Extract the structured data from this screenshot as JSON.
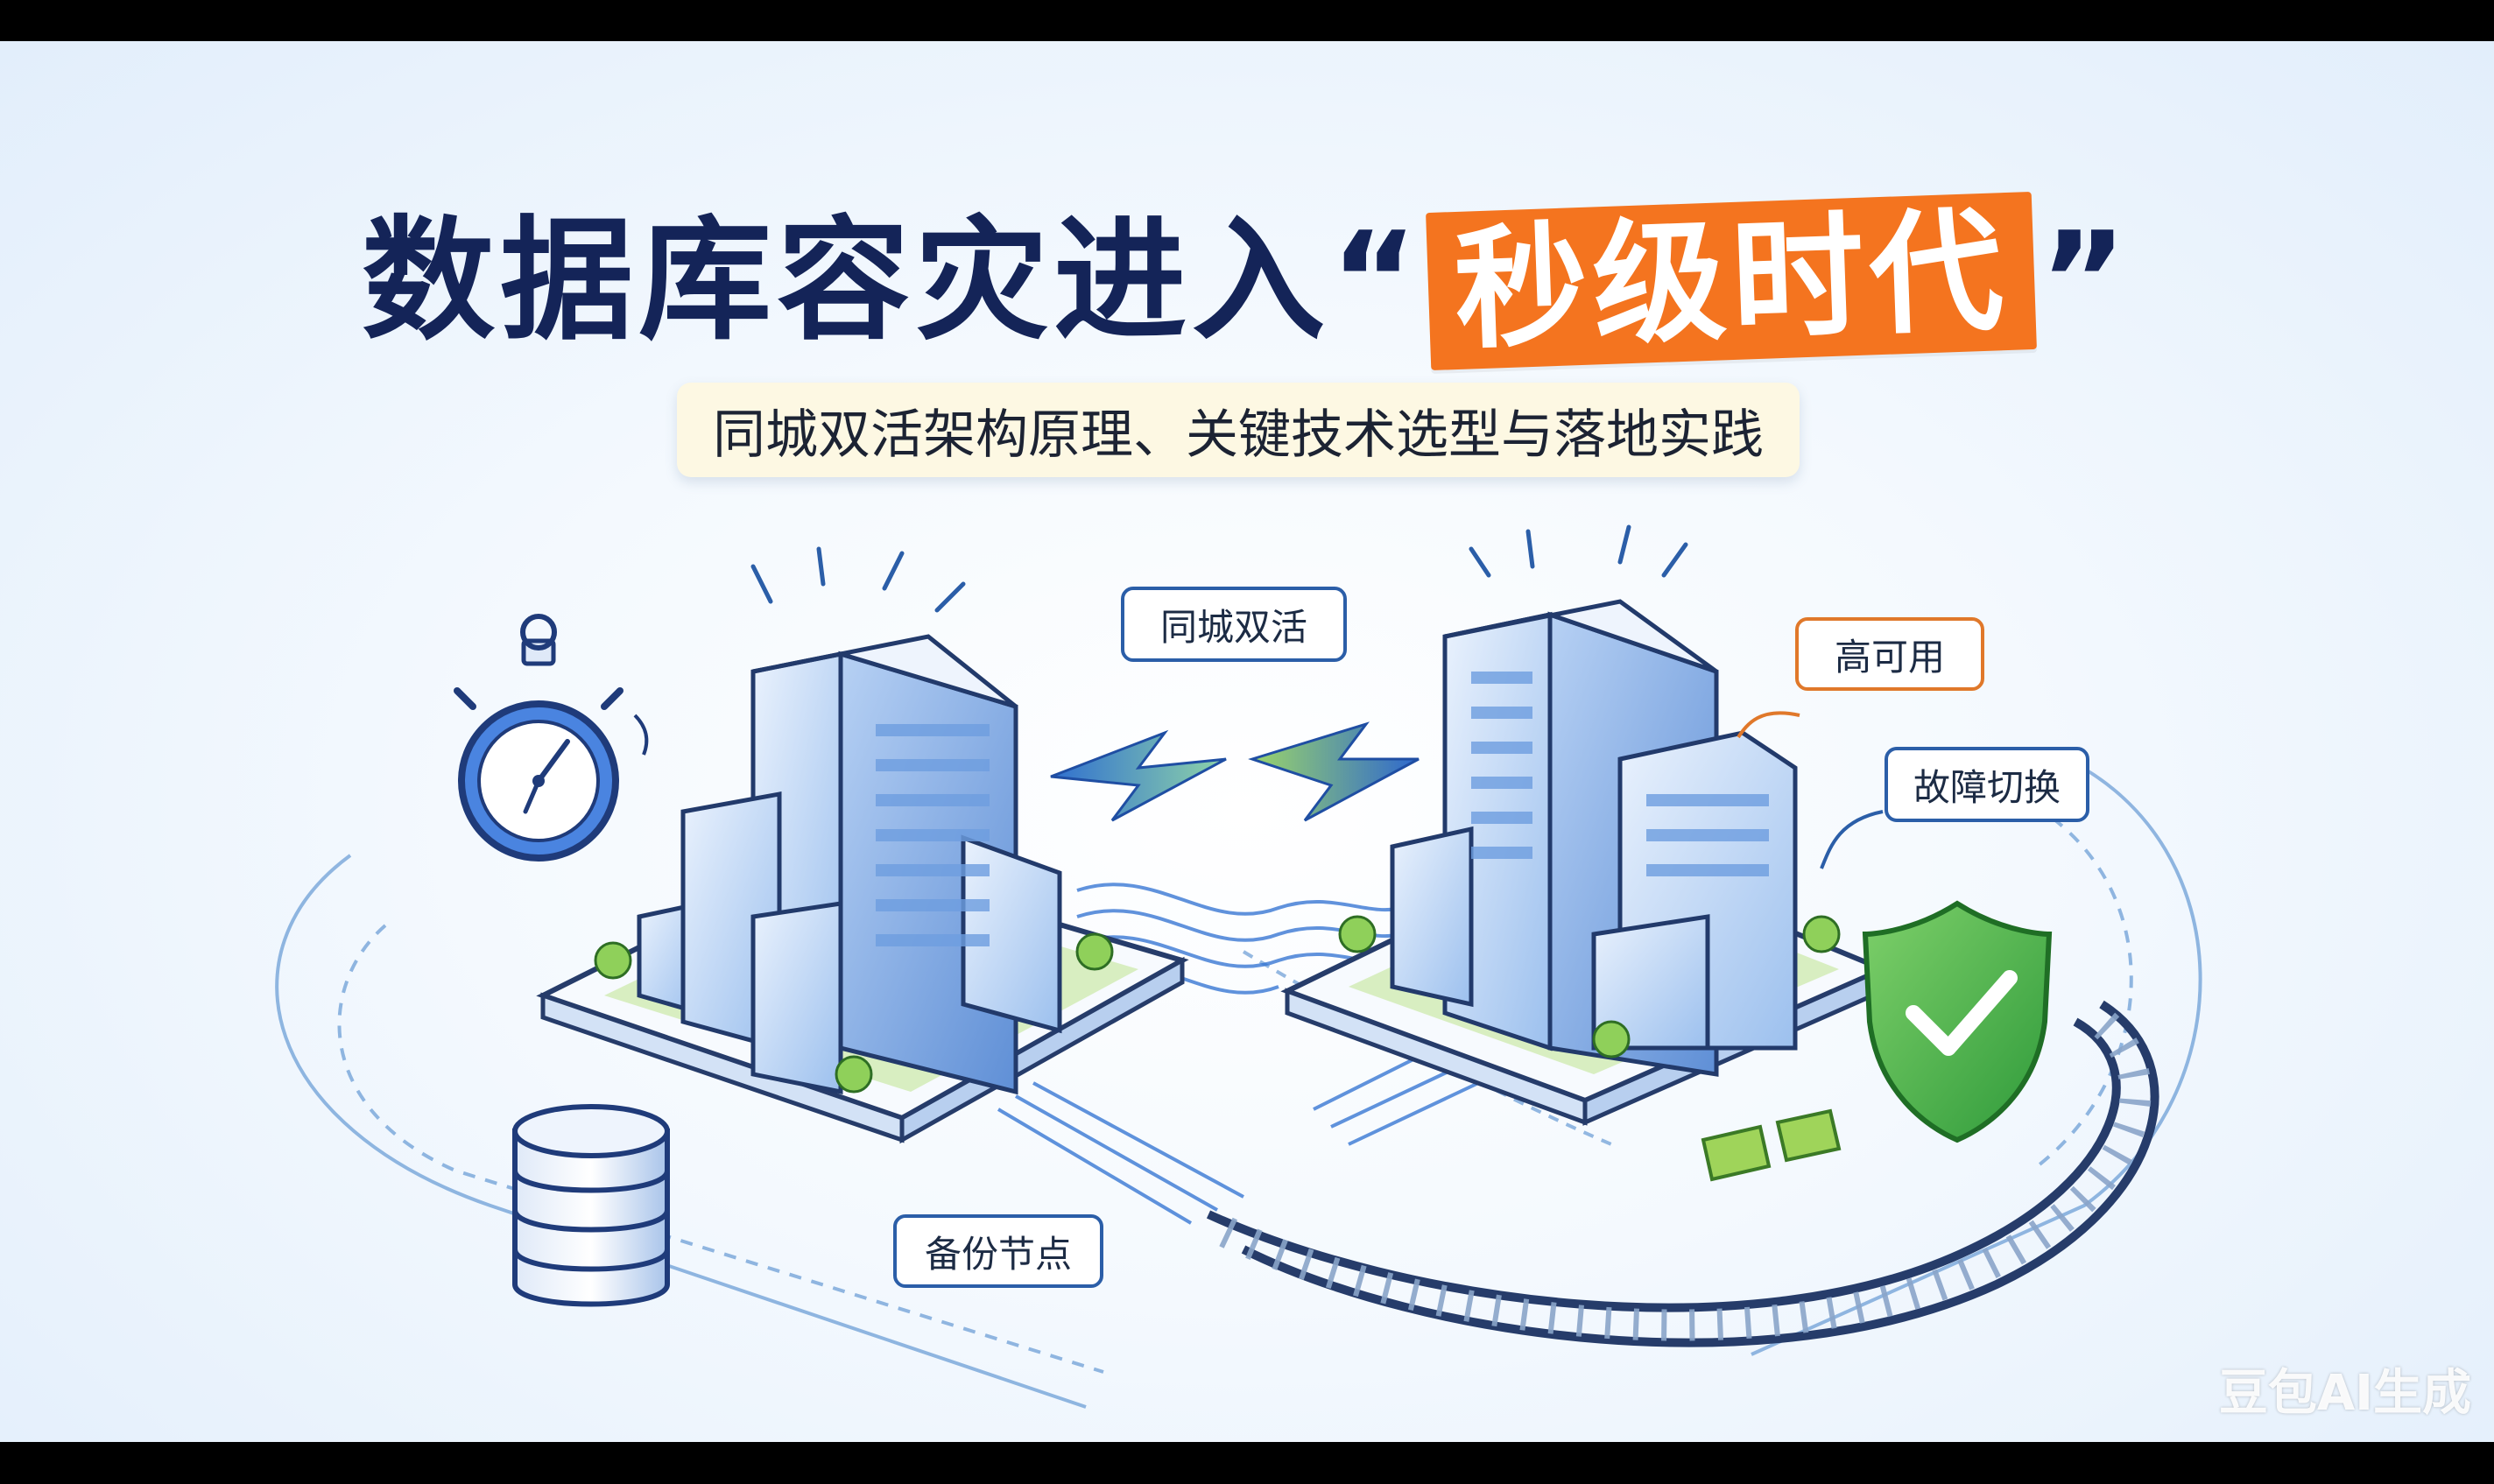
{
  "title": {
    "main": "数据库容灾进入",
    "open_quote": "“",
    "highlight": "秒级时代",
    "close_quote": "”"
  },
  "subtitle": "同城双活架构原理、关键技术选型与落地实践",
  "callouts": {
    "dual_active": "同城双活",
    "high_availability": "高可用",
    "failover": "故障切换",
    "backup_node": "备份节点"
  },
  "watermark": "豆包AI生成",
  "colors": {
    "title": "#142458",
    "highlight_bg": "#f4741f",
    "accent_blue": "#2b5ea8",
    "accent_orange": "#e0782a",
    "shield_green": "#3fae3f"
  },
  "icons": [
    "stopwatch-icon",
    "database-icon",
    "shield-check-icon",
    "lightning-icon",
    "train-icon"
  ]
}
